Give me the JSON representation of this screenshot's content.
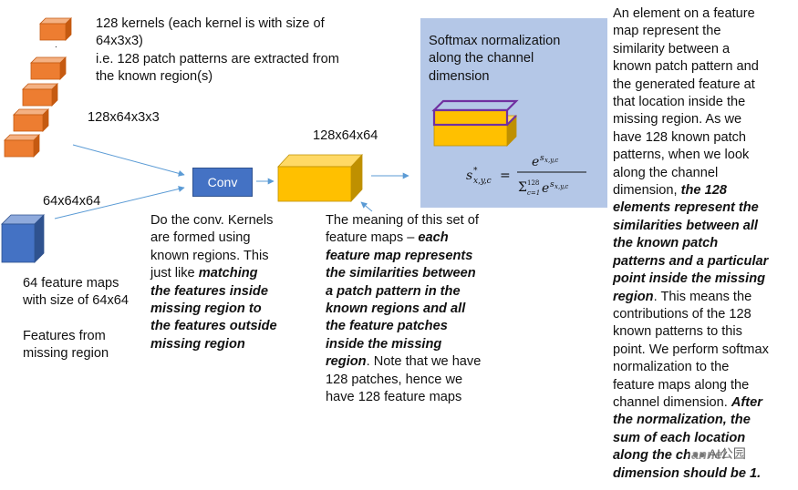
{
  "colors": {
    "kernel_orange": "#ed7d31",
    "feature_yellow": "#ffc000",
    "missing_blue": "#4472c4",
    "panel_blue": "#b4c7e7",
    "arrow_blue": "#5b9bd5",
    "highlight_purple": "#7030a0"
  },
  "kernels": {
    "description_line1": "128 kernels (each kernel is with size of",
    "description_line2": "64x3x3)",
    "description_line3": "i.e. 128 patch patterns are extracted from",
    "description_line4": "the known region(s)",
    "dots": ".",
    "size_label": "128x64x3x3"
  },
  "missing": {
    "size_label": "64x64x64",
    "caption_line1": "64 feature maps",
    "caption_line2": "with size of 64x64",
    "caption_line3": "Features from",
    "caption_line4": "missing region"
  },
  "conv": {
    "button_label": "Conv",
    "caption_plain_1": "Do the conv. Kernels",
    "caption_plain_2": "are formed using",
    "caption_plain_3": "known regions. This",
    "caption_plain_4": "just like ",
    "caption_bold_1": "matching",
    "caption_bold_2": "the features inside",
    "caption_bold_3": "missing region to",
    "caption_bold_4": "the features outside",
    "caption_bold_5": "missing region"
  },
  "feature_maps": {
    "size_label": "128x64x64",
    "line1": "The meaning of this set of",
    "line2_plain": "feature maps – ",
    "line2_bold": "each",
    "line3": "feature map represents",
    "line4": "the similarities between",
    "line5": "a patch pattern in the",
    "line6": "known regions and all",
    "line7": "the feature patches",
    "line8": "inside the missing",
    "line9_bold": "region",
    "line9_plain": ". Note that we have",
    "line10": "128 patches, hence we",
    "line11": "have 128 feature maps"
  },
  "softmax": {
    "title_line1": "Softmax normalization",
    "title_line2": "along the channel",
    "title_line3": "dimension",
    "formula_lhs": "s*x,y,c =",
    "formula_numerator": "e^(s x,y,c)",
    "formula_denominator": "Σ c=1..128 e^(s x,y,c)"
  },
  "right_text": {
    "l1": "An element on a feature",
    "l2": "map represent the",
    "l3": "similarity between a",
    "l4": "known patch pattern and",
    "l5": "the generated feature at",
    "l6": "that location inside the",
    "l7": "missing region. As we",
    "l8": "have 128 known patch",
    "l9": "patterns, when we look",
    "l10": "along the channel",
    "l11_plain": "dimension, ",
    "l11_bold": "the 128",
    "l12": "elements represent the",
    "l13": "similarities between all",
    "l14": "the known patch",
    "l15": "patterns and a particular",
    "l16": "point inside the missing",
    "l17_bold": "region",
    "l17_plain": ". This means the",
    "l18": "contributions of the 128",
    "l19": "known patterns to this",
    "l20": "point. We perform softmax",
    "l21": "normalization to the",
    "l22": "feature maps along the",
    "l23_plain": "channel dimension. ",
    "l23_bold": "After",
    "l24": "the normalization, the",
    "l25": "sum of each location",
    "l26": "along the channel",
    "l27": "dimension should be 1."
  },
  "watermark": {
    "text": "AI公园"
  }
}
